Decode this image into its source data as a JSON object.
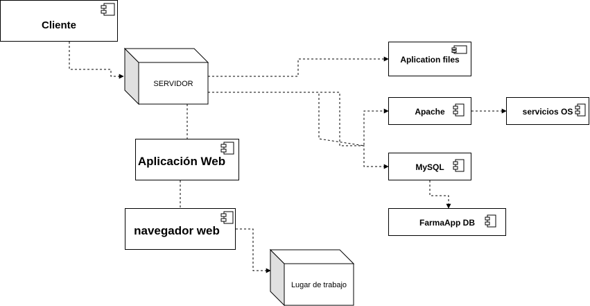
{
  "diagram": {
    "nodes": {
      "cliente": "Cliente",
      "servidor": "SERVIDOR",
      "aplication_files": "Aplication files",
      "apache": "Apache",
      "servicios_os": "servicios OS",
      "mysql": "MySQL",
      "farmaapp_db": "FarmaApp DB",
      "aplicacion_web": "Aplicación Web",
      "navegador_web": "navegador web",
      "lugar_trabajo": "Lugar de trabajo"
    },
    "colors": {
      "stroke": "#000000",
      "fill": "#ffffff",
      "node3d_side": "#e0e0e0"
    },
    "icons": {
      "component": "component-icon",
      "artifact": "artifact-icon"
    }
  }
}
